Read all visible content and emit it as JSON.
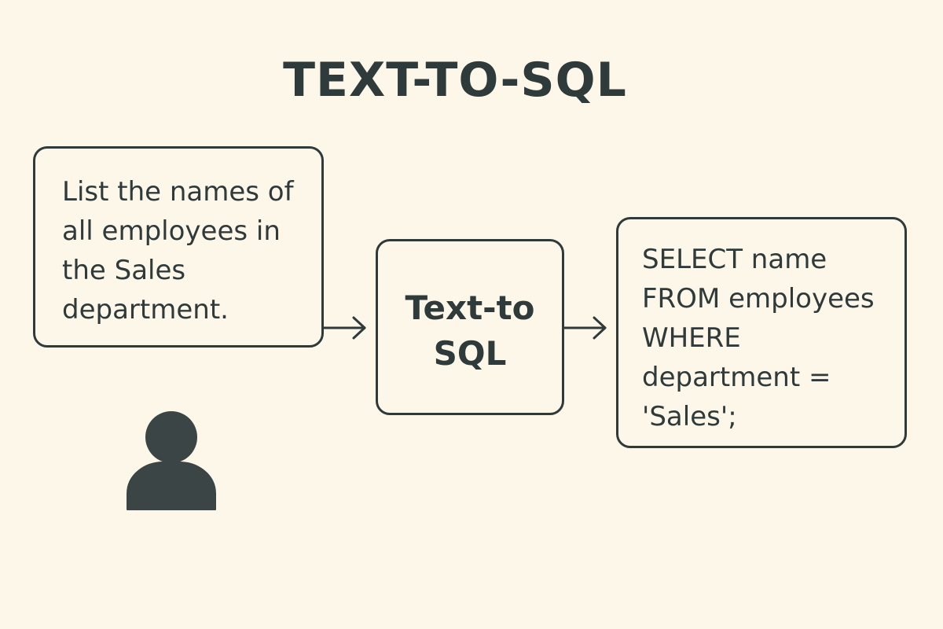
{
  "title": "TEXT-TO-SQL",
  "input_box": {
    "lines": [
      "List the names of",
      "all employees in",
      "the Sales",
      "department."
    ]
  },
  "engine_box": {
    "lines": [
      "Text-to",
      "SQL"
    ]
  },
  "output_box": {
    "lines": [
      "SELECT name",
      "FROM employees",
      "WHERE",
      "department =",
      "'Sales';"
    ]
  },
  "icons": {
    "user": "user-icon",
    "arrow_1": "arrow-right-icon",
    "arrow_2": "arrow-right-icon"
  },
  "colors": {
    "background": "#fdf7e9",
    "ink": "#2f3a3a",
    "user_fill": "#3b4545"
  }
}
